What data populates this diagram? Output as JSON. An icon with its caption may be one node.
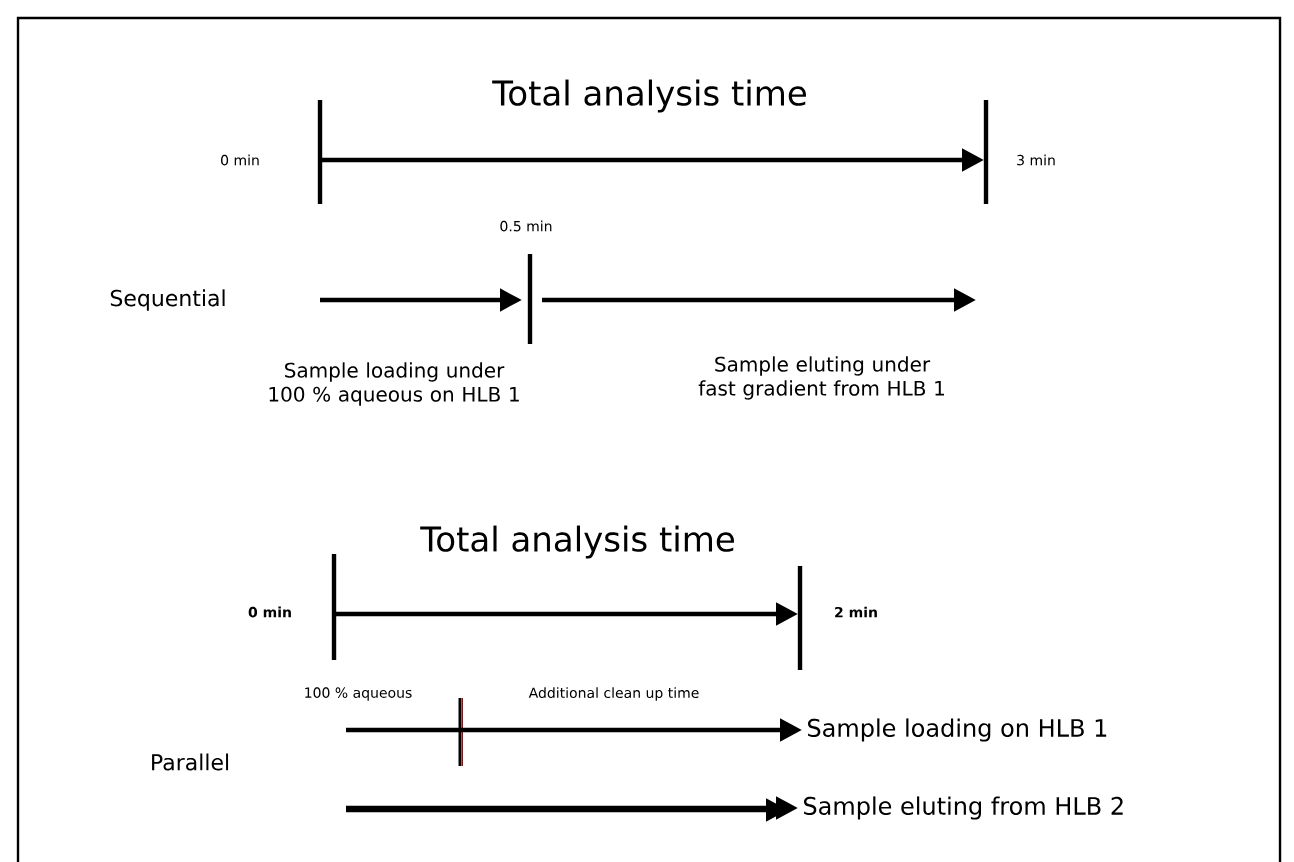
{
  "diagram": {
    "nodes": [
      {
        "text": [
          "Sample loading on HLB 1"
        ]
      },
      {
        "text": [
          "Sample eluting from HLB 2"
        ]
      }
    ],
    "edges": [
      {
        "from": null,
        "to": 0,
        "arrow": "to"
      },
      {
        "from": null,
        "to": 1,
        "arrow": "to"
      }
    ],
    "labels": [
      "Total analysis time",
      "0 min",
      "3 min",
      "0.5 min",
      "Sequential",
      "Sample loading under 100 % aqueous on HLB 1",
      "Sample eluting under fast gradient from HLB 1",
      "Total analysis time",
      "0 min",
      "2 min",
      "100 % aqueous",
      "Additional clean up time",
      "Parallel"
    ]
  }
}
